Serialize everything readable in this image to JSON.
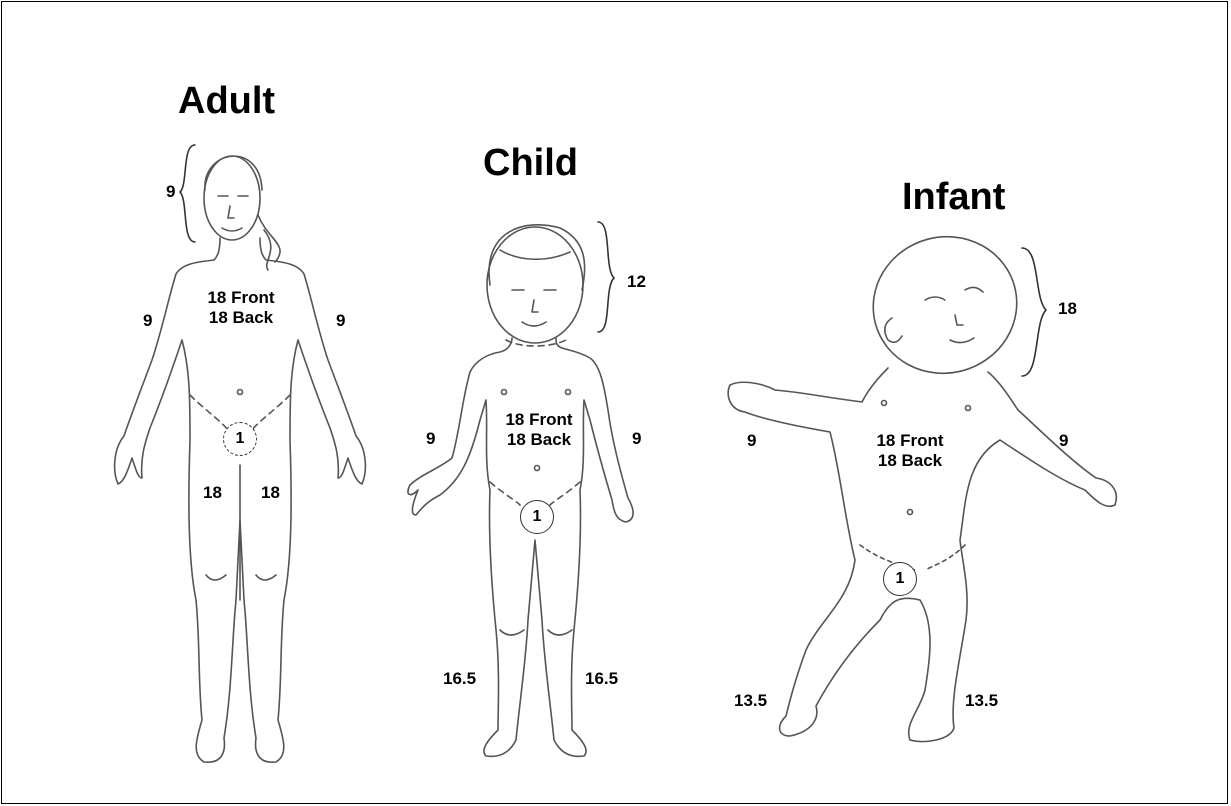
{
  "adult": {
    "title": "Adult",
    "head": "9",
    "trunk_front": "18 Front",
    "trunk_back": "18 Back",
    "arm_left": "9",
    "arm_right": "9",
    "genitals": "1",
    "leg_left": "18",
    "leg_right": "18"
  },
  "child": {
    "title": "Child",
    "head": "12",
    "trunk_front": "18 Front",
    "trunk_back": "18 Back",
    "arm_left": "9",
    "arm_right": "9",
    "genitals": "1",
    "leg_left": "16.5",
    "leg_right": "16.5"
  },
  "infant": {
    "title": "Infant",
    "head": "18",
    "trunk_front": "18 Front",
    "trunk_back": "18 Back",
    "arm_left": "9",
    "arm_right": "9",
    "genitals": "1",
    "leg_left": "13.5",
    "leg_right": "13.5"
  }
}
